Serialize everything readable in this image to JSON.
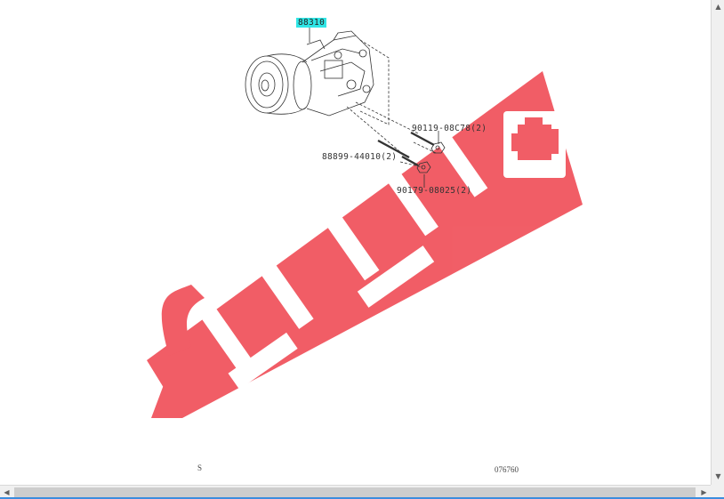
{
  "diagram": {
    "watermark_color": "#ee3a45",
    "highlight_color": "#2fe6e6",
    "parts": [
      {
        "id": "p1",
        "text": "88310",
        "highlight": true
      },
      {
        "id": "p2",
        "text": "90119-08C78(2)",
        "highlight": false
      },
      {
        "id": "p3",
        "text": "88899-44010(2)",
        "highlight": false
      },
      {
        "id": "p4",
        "text": "90179-08025(2)",
        "highlight": false
      }
    ],
    "footer_left": "S",
    "footer_right": "076760"
  },
  "scrollbars": {
    "up_icon": "arrow-up-icon",
    "down_icon": "arrow-down-icon",
    "left_icon": "arrow-left-icon",
    "right_icon": "arrow-right-icon"
  }
}
